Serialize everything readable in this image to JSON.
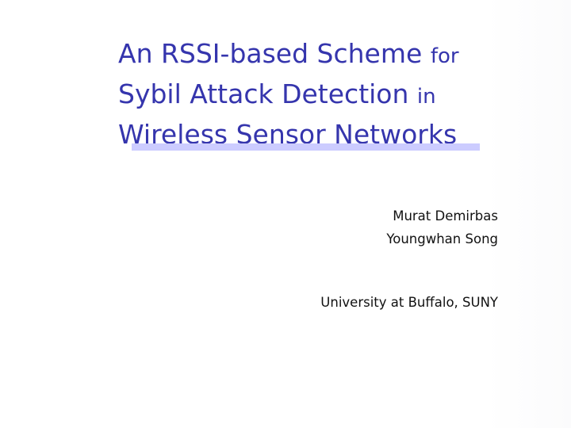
{
  "slide": {
    "title": {
      "lines": [
        {
          "main": "An RSSI-based Scheme",
          "small": "for"
        },
        {
          "main": "Sybil Attack Detection",
          "small": "in"
        },
        {
          "main": "Wireless Sensor Networks",
          "small": ""
        }
      ]
    },
    "authors": [
      "Murat Demirbas",
      "Youngwhan Song"
    ],
    "affiliation": "University at Buffalo, SUNY",
    "colors": {
      "title": "#3535ad",
      "underline": "#ccccff",
      "body_text": "#111111",
      "background": "#ffffff"
    }
  }
}
